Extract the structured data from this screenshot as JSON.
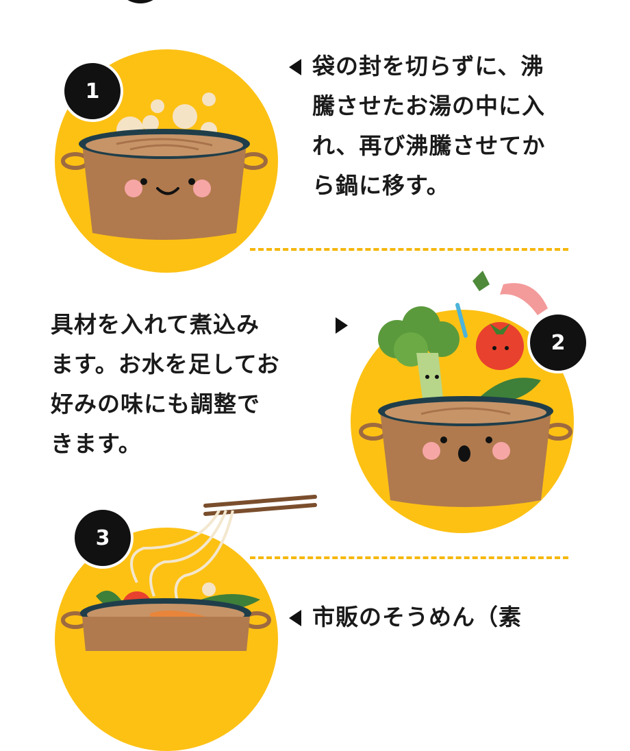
{
  "steps": [
    {
      "number": "1",
      "text": "袋の封を切らずに、沸\n騰させたお湯の中に入\nれ、再び沸騰させてか\nら鍋に移す。"
    },
    {
      "number": "2",
      "text": "具材を入れて煮込み\nます。お水を足してお\n好みの味にも調整で\nきます。"
    },
    {
      "number": "3",
      "text": "市販のそうめん（素"
    }
  ],
  "colors": {
    "accent": "#FDC114",
    "pot": "#B07A4E",
    "badge": "#111111"
  }
}
